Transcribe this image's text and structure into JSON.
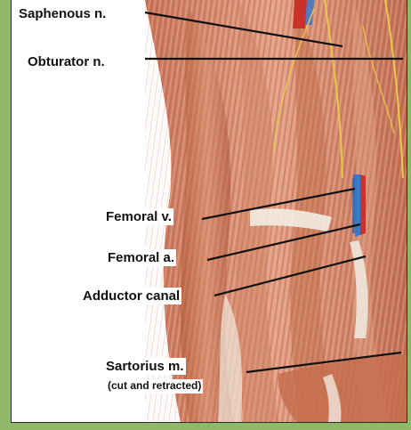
{
  "labels": {
    "saphenous": "Saphenous n.",
    "obturator": "Obturator n.",
    "femoral_vein": "Femoral v.",
    "femoral_artery": "Femoral a.",
    "adductor_canal": "Adductor canal",
    "sartorius": "Sartorius m.",
    "sartorius_note": "(cut and retracted)"
  },
  "colors": {
    "background": "#8fb968",
    "muscle": "#d98c6f",
    "muscle_dark": "#b5603f",
    "muscle_light": "#eab39a",
    "tendon": "#f0ece4",
    "nerve": "#e8c84a",
    "vein": "#3a78c8",
    "artery": "#c8322a",
    "leader_line": "#111111"
  }
}
